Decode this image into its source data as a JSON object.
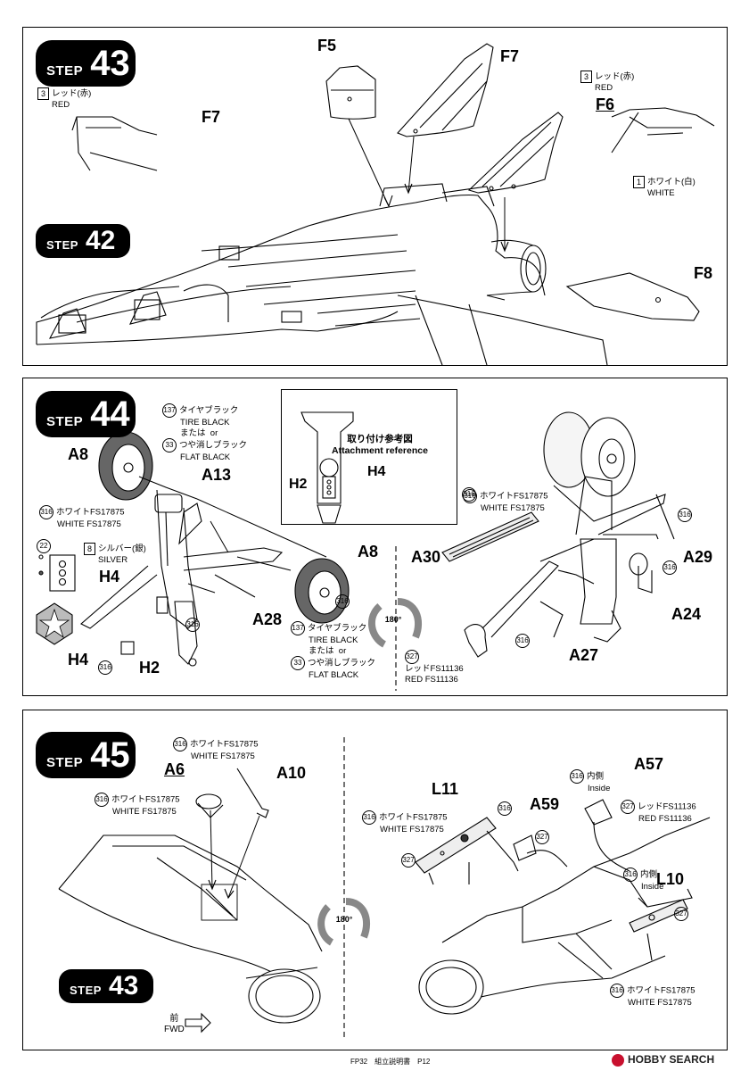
{
  "steps": {
    "s43": {
      "word": "STEP",
      "num": "43"
    },
    "s42": {
      "word": "STEP",
      "num": "42"
    },
    "s44": {
      "word": "STEP",
      "num": "44"
    },
    "s45": {
      "word": "STEP",
      "num": "45"
    },
    "s43b": {
      "word": "STEP",
      "num": "43"
    }
  },
  "step43": {
    "parts": {
      "f5": "F5",
      "f7a": "F7",
      "f7b": "F7",
      "f6": "F6",
      "f8": "F8"
    },
    "red_left": {
      "num": "3",
      "jp": "レッド(赤)",
      "en": "RED"
    },
    "red_right": {
      "num": "3",
      "jp": "レッド(赤)",
      "en": "RED"
    },
    "white": {
      "num": "1",
      "jp": "ホワイト(白)",
      "en": "WHITE"
    }
  },
  "step44": {
    "parts": {
      "a8a": "A8",
      "a13": "A13",
      "h4a": "H4",
      "h4b": "H4",
      "h2a": "H2",
      "a28": "A28",
      "a8b": "A8",
      "h2b": "H2",
      "h4c": "H4",
      "a30": "A30",
      "a29": "A29",
      "a24": "A24",
      "a27": "A27"
    },
    "tire_top": {
      "num": "137",
      "jp": "タイヤブラック",
      "en": "TIRE BLACK"
    },
    "or_top": {
      "jp": "または",
      "en": "or"
    },
    "flat_top": {
      "num": "33",
      "jp": "つや消しブラック",
      "en": "FLAT BLACK"
    },
    "white_a": {
      "num": "316",
      "jp": "ホワイトFS17875",
      "en": "WHITE FS17875"
    },
    "silver": {
      "num": "8",
      "jp": "シルバー(銀)",
      "en": "SILVER"
    },
    "tire_bot": {
      "num": "137",
      "jp": "タイヤブラック",
      "en": "TIRE BLACK"
    },
    "or_bot": {
      "jp": "または",
      "en": "or"
    },
    "flat_bot": {
      "num": "33",
      "jp": "つや消しブラック",
      "en": "FLAT BLACK"
    },
    "white_b": {
      "num": "316",
      "jp": "ホワイトFS17875",
      "en": "WHITE FS17875"
    },
    "red_a": {
      "num": "327",
      "jp": "レッドFS11136",
      "en": "RED FS11136"
    },
    "ref": {
      "jp": "取り付け参考図",
      "en": "Attachment reference"
    },
    "rotate": "180°",
    "small_nums": {
      "c316a": "316",
      "c316b": "316",
      "c316c": "316",
      "c316d": "316",
      "c316e": "316",
      "c316f": "316",
      "c316g": "316",
      "c22": "22",
      "c327": "327"
    }
  },
  "step45": {
    "parts": {
      "a6": "A6",
      "a10": "A10",
      "l11": "L11",
      "a59": "A59",
      "a57": "A57",
      "l10": "L10"
    },
    "white_a": {
      "num": "316",
      "jp": "ホワイトFS17875",
      "en": "WHITE FS17875"
    },
    "white_b": {
      "num": "316",
      "jp": "ホワイトFS17875",
      "en": "WHITE FS17875"
    },
    "white_c": {
      "num": "316",
      "jp": "ホワイトFS17875",
      "en": "WHITE FS17875"
    },
    "white_d": {
      "num": "316",
      "jp": "ホワイトFS17875",
      "en": "WHITE FS17875"
    },
    "inside_a": {
      "num": "316",
      "jp": "内側",
      "en": "Inside"
    },
    "inside_b": {
      "num": "316",
      "jp": "内側",
      "en": "Inside"
    },
    "red": {
      "num": "327",
      "jp": "レッドFS11136",
      "en": "RED FS11136"
    },
    "fwd": {
      "jp": "前",
      "en": "FWD"
    },
    "rotate": "180°",
    "small_nums": {
      "c316a": "316",
      "c327a": "327",
      "c327b": "327",
      "c327c": "327"
    }
  },
  "footer": {
    "text": "FP32　組立説明書　P12",
    "watermark": "HOBBY SEARCH"
  }
}
